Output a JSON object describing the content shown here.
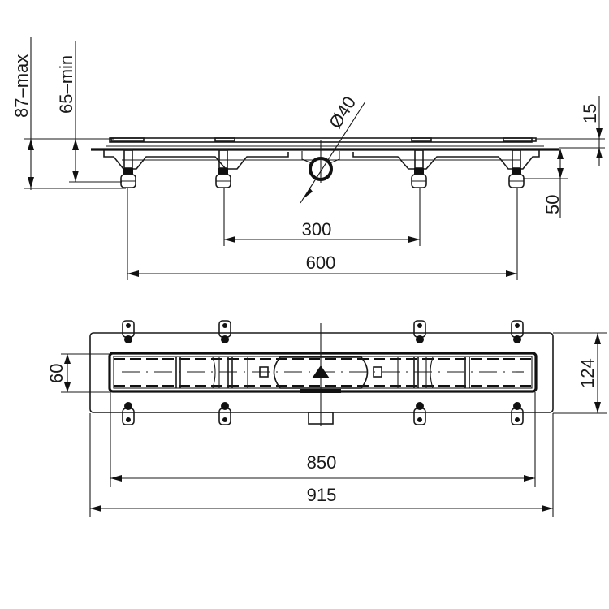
{
  "drawing": {
    "title": "Linear shower drain technical drawing",
    "colors": {
      "line": "#1a1a1a",
      "background": "#ffffff"
    }
  },
  "side_view": {
    "dimensions": {
      "height_max": "87–max",
      "height_min": "65–min",
      "outlet_diameter": "Ø40",
      "frame_height": "15",
      "foot_height": "50",
      "inner_feet_spacing": "300",
      "outer_feet_spacing": "600"
    }
  },
  "top_view": {
    "dimensions": {
      "channel_width": "60",
      "frame_width": "124",
      "channel_length": "850",
      "overall_length": "915"
    }
  }
}
